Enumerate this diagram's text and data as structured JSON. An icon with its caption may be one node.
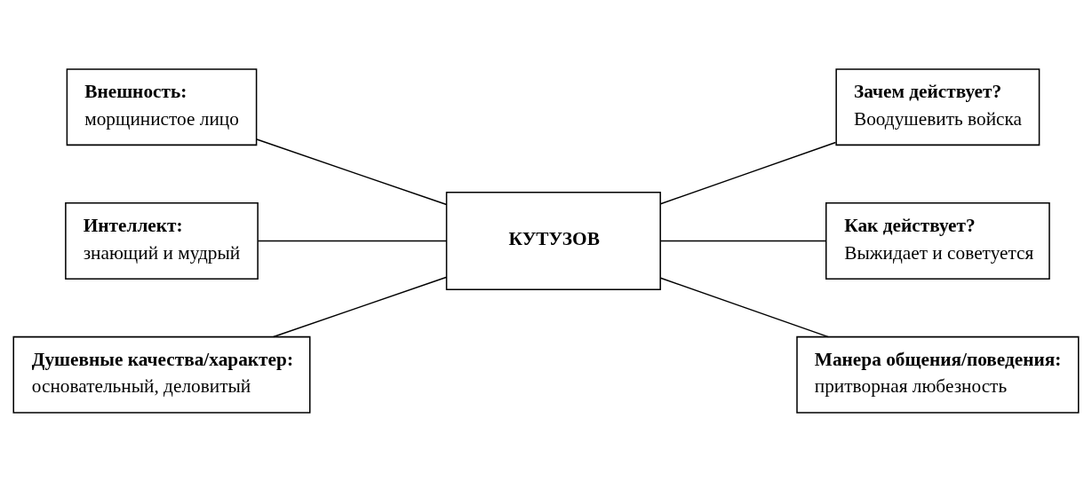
{
  "diagram": {
    "nodes": [
      {
        "text": [
          "Внешность:",
          "морщинистое лицо"
        ]
      },
      {
        "text": [
          "Зачем действует?",
          "Воодушевить войска"
        ]
      },
      {
        "text": [
          "Интеллект:",
          "знающий и мудрый"
        ]
      },
      {
        "text": [
          "КУТУЗОВ"
        ]
      },
      {
        "text": [
          "Как действует?",
          "Выжидает и советуется"
        ]
      },
      {
        "text": [
          "Душевные качества/характер:",
          "основательный, деловитый"
        ]
      },
      {
        "text": [
          "Манера общения/поведения:",
          "притворная любезность"
        ]
      }
    ],
    "edges": [
      {
        "from": 0,
        "to": 3,
        "arrow": "none"
      },
      {
        "from": 2,
        "to": 3,
        "arrow": "none"
      },
      {
        "from": 5,
        "to": 3,
        "arrow": "none"
      },
      {
        "from": 3,
        "to": 1,
        "arrow": "none"
      },
      {
        "from": 3,
        "to": 4,
        "arrow": "none"
      },
      {
        "from": 3,
        "to": 6,
        "arrow": "none"
      }
    ]
  }
}
